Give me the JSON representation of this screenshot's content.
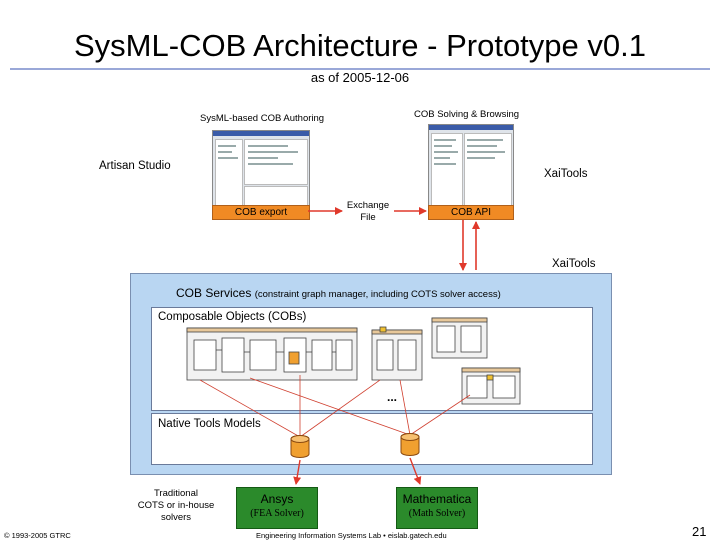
{
  "slide": {
    "title": "SysML-COB Architecture - Prototype v0.1",
    "subtitle": "as of 2005-12-06",
    "page_number": "21",
    "copyright": "© 1993-2005 GTRC",
    "footer": "Engineering Information Systems Lab  •  eislab.gatech.edu"
  },
  "authoring": {
    "label": "SysML-based COB Authoring",
    "tool": "Artisan Studio",
    "export_box": "COB export"
  },
  "browsing": {
    "label": "COB Solving & Browsing",
    "tool": "XaiTools",
    "api_box": "COB API"
  },
  "exchange_file": {
    "line1": "Exchange",
    "line2": "File"
  },
  "services": {
    "xaitools_label": "XaiTools",
    "title": "COB Services",
    "title_detail": "(constraint graph manager, including COTS solver access)",
    "cobs_label": "Composable Objects (COBs)",
    "ellipsis": "...",
    "native_label": "Native Tools Models"
  },
  "solvers": {
    "cots_line1": "Traditional",
    "cots_line2": "COTS or in-house",
    "cots_line3": "solvers",
    "ansys": {
      "name": "Ansys",
      "role": "(FEA Solver)"
    },
    "mathematica": {
      "name": "Mathematica",
      "role": "(Math Solver)"
    }
  },
  "colors": {
    "title_rule": "#9aa8d8",
    "services_bg": "#b9d6f2",
    "orange": "#f08a24",
    "green": "#2b8a2b",
    "arrow_red": "#e0392b",
    "database_orange": "#f0a030"
  }
}
